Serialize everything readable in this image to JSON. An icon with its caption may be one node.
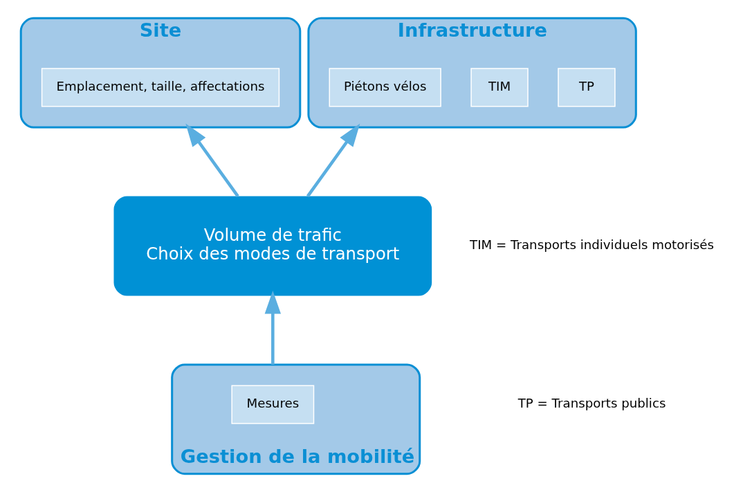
{
  "diagram": {
    "nodes": [
      {
        "text": [
          "Site"
        ]
      },
      {
        "text": [
          "Emplacement, taille, affectations"
        ],
        "in": 0
      },
      {
        "text": [
          "Infrastructure"
        ]
      },
      {
        "text": [
          "Piétons vélos"
        ],
        "in": 2
      },
      {
        "text": [
          "TIM"
        ],
        "in": 2
      },
      {
        "text": [
          "TP"
        ],
        "in": 2
      },
      {
        "text": [
          "Volume de trafic",
          "Choix des modes de transport"
        ]
      },
      {
        "text": [
          "Gestion de la mobilité"
        ]
      },
      {
        "text": [
          "Mesures"
        ],
        "in": 7
      }
    ],
    "edges": [
      {
        "from": 6,
        "to": 0,
        "arrow": "to"
      },
      {
        "from": 6,
        "to": 2,
        "arrow": "to"
      },
      {
        "from": 7,
        "to": 6,
        "arrow": "to"
      }
    ],
    "labels": [
      "TIM = Transports individuels motorisés",
      "TP = Transports publics"
    ]
  }
}
